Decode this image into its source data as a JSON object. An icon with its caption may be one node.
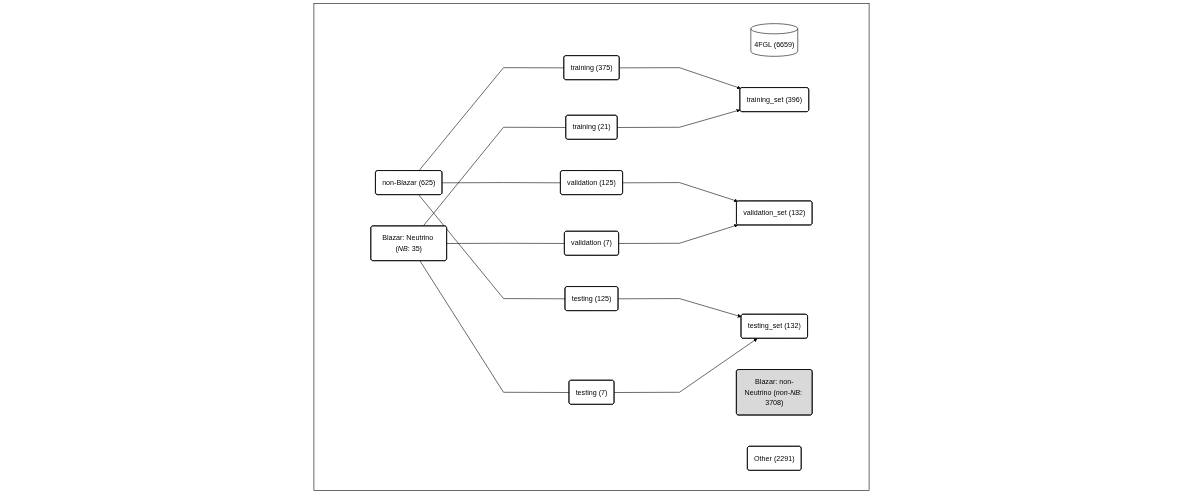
{
  "diagram": {
    "nodes": [
      {
        "text": [],
        "shape": "box"
      },
      {
        "text": [
          "4FGL (6659)"
        ],
        "in": 0
      },
      {
        "text": [
          "non-Blazar (625)"
        ],
        "in": 0
      },
      {
        "text": [
          "Blazar: Neutrino (*NB*: 35)"
        ],
        "in": 0
      },
      {
        "text": [
          "Blazar: non-Neutrino (*non-NB*: 3708)"
        ],
        "in": 0
      },
      {
        "text": [
          "Other (2291)"
        ],
        "in": 0
      },
      {
        "text": [
          "training (375)"
        ],
        "in": 0
      },
      {
        "text": [
          "validation (125)"
        ],
        "in": 0
      },
      {
        "text": [
          "testing (125)"
        ],
        "in": 0
      },
      {
        "text": [
          "training (21)"
        ],
        "in": 0
      },
      {
        "text": [
          "validation (7)"
        ],
        "in": 0
      },
      {
        "text": [
          "testing (7)"
        ],
        "in": 0
      },
      {
        "text": [
          "training_set (396)"
        ],
        "in": 0
      },
      {
        "text": [
          "validation_set (132)"
        ],
        "in": 0
      },
      {
        "text": [
          "testing_set (132)"
        ],
        "in": 0
      }
    ],
    "edges": [
      {
        "from": 2,
        "to": 6,
        "arrow": "none"
      },
      {
        "from": 2,
        "to": 7,
        "arrow": "none"
      },
      {
        "from": 2,
        "to": 8,
        "arrow": "none"
      },
      {
        "from": 3,
        "to": 9,
        "arrow": "none"
      },
      {
        "from": 3,
        "to": 10,
        "arrow": "none"
      },
      {
        "from": 3,
        "to": 11,
        "arrow": "none"
      },
      {
        "from": 6,
        "to": 12,
        "arrow": "to"
      },
      {
        "from": 9,
        "to": 12,
        "arrow": "to"
      },
      {
        "from": 7,
        "to": 13,
        "arrow": "to"
      },
      {
        "from": 10,
        "to": 13,
        "arrow": "to"
      },
      {
        "from": 8,
        "to": 14,
        "arrow": "to"
      },
      {
        "from": 11,
        "to": 14,
        "arrow": "to"
      }
    ]
  }
}
